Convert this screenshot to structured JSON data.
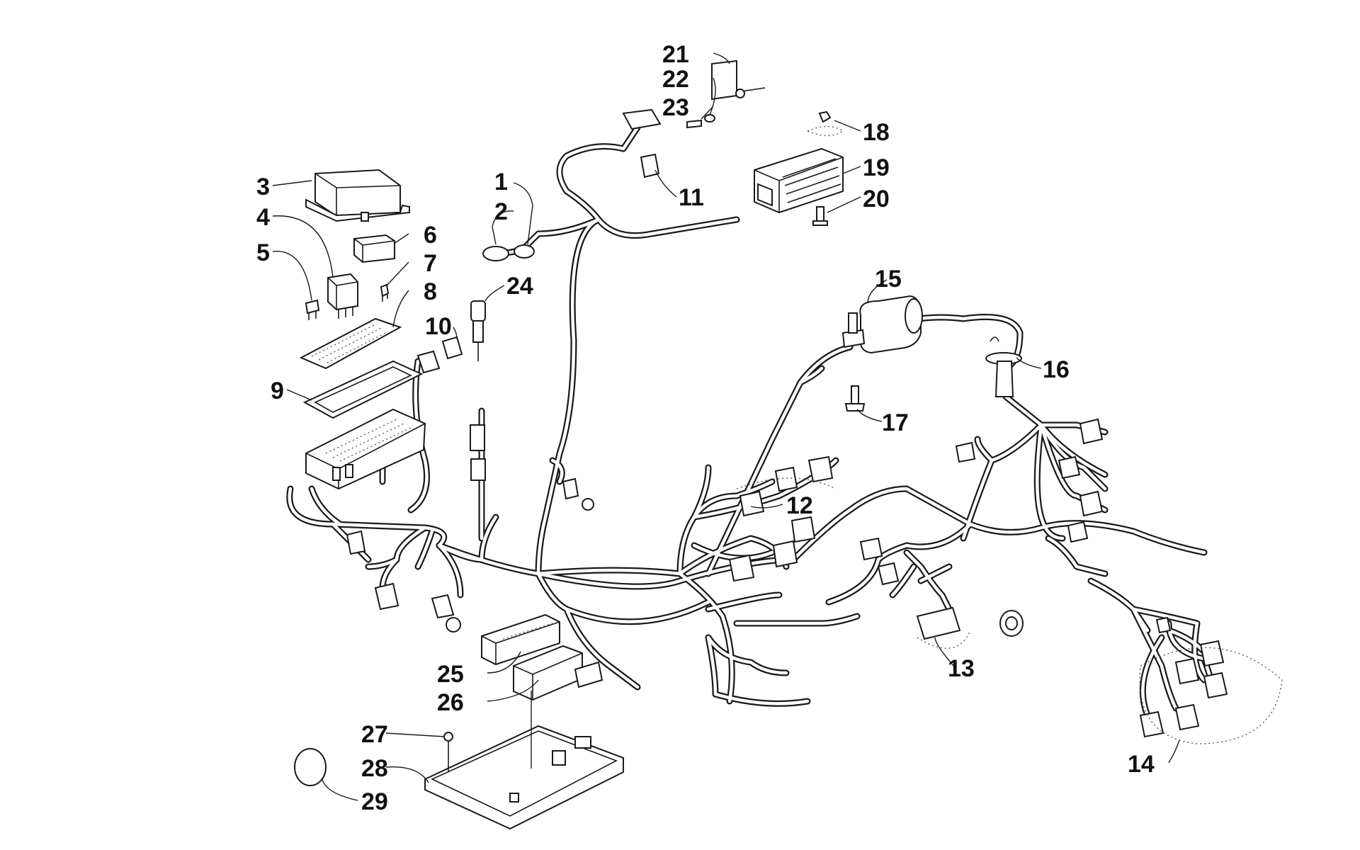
{
  "diagram": {
    "callouts": [
      {
        "id": "1",
        "label": "1"
      },
      {
        "id": "2",
        "label": "2"
      },
      {
        "id": "3",
        "label": "3"
      },
      {
        "id": "4",
        "label": "4"
      },
      {
        "id": "5",
        "label": "5"
      },
      {
        "id": "6",
        "label": "6"
      },
      {
        "id": "7",
        "label": "7"
      },
      {
        "id": "8",
        "label": "8"
      },
      {
        "id": "9",
        "label": "9"
      },
      {
        "id": "10",
        "label": "10"
      },
      {
        "id": "11",
        "label": "11"
      },
      {
        "id": "12",
        "label": "12"
      },
      {
        "id": "13",
        "label": "13"
      },
      {
        "id": "14",
        "label": "14"
      },
      {
        "id": "15",
        "label": "15"
      },
      {
        "id": "16",
        "label": "16"
      },
      {
        "id": "17",
        "label": "17"
      },
      {
        "id": "18",
        "label": "18"
      },
      {
        "id": "19",
        "label": "19"
      },
      {
        "id": "20",
        "label": "20"
      },
      {
        "id": "21",
        "label": "21"
      },
      {
        "id": "22",
        "label": "22"
      },
      {
        "id": "23",
        "label": "23"
      },
      {
        "id": "24",
        "label": "24"
      },
      {
        "id": "25",
        "label": "25"
      },
      {
        "id": "26",
        "label": "26"
      },
      {
        "id": "27",
        "label": "27"
      },
      {
        "id": "28",
        "label": "28"
      },
      {
        "id": "29",
        "label": "29"
      }
    ]
  },
  "colors": {
    "ink": "#1a1a1a",
    "background": "#ffffff"
  }
}
